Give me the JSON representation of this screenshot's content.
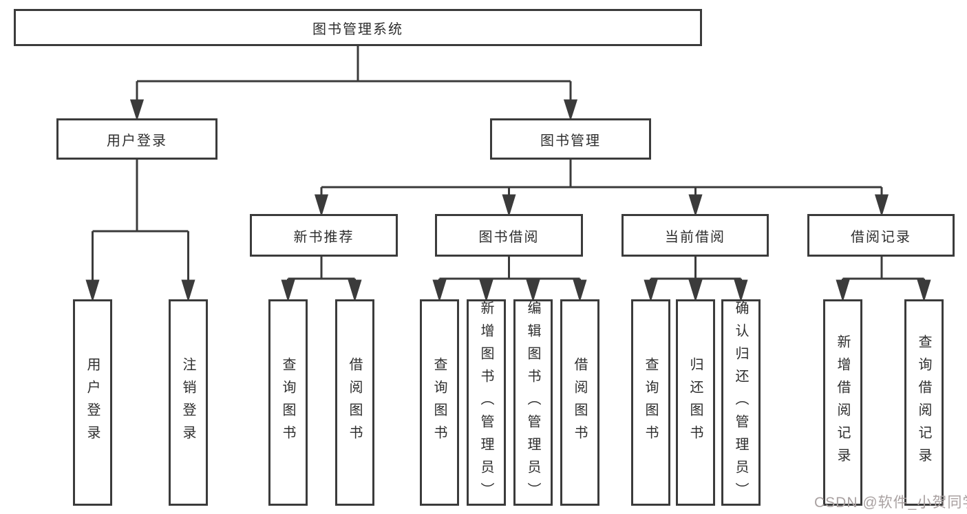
{
  "diagram": {
    "title": "图书管理系统",
    "level2": {
      "user_login": "用户登录",
      "book_mgmt": "图书管理"
    },
    "level3": {
      "new_book_rec": "新书推荐",
      "book_borrow": "图书借阅",
      "current_borrow": "当前借阅",
      "borrow_records": "借阅记录"
    },
    "leaves": {
      "user_login": [
        "用户登录",
        "注销登录"
      ],
      "new_book_rec": [
        "查询图书",
        "借阅图书"
      ],
      "book_borrow": [
        "查询图书",
        "新增图书（管理员）",
        "编辑图书（管理员）",
        "借阅图书"
      ],
      "current_borrow": [
        "查询图书",
        "归还图书",
        "确认归还（管理员）"
      ],
      "borrow_records": [
        "新增借阅记录",
        "查询借阅记录"
      ]
    }
  },
  "watermark": {
    "text": "CSDN @软件_小贺同学"
  },
  "colors": {
    "line": "#3b3b3b",
    "text": "#2e2e2e",
    "background": "#ffffff",
    "watermark": "#a9a1a1"
  }
}
